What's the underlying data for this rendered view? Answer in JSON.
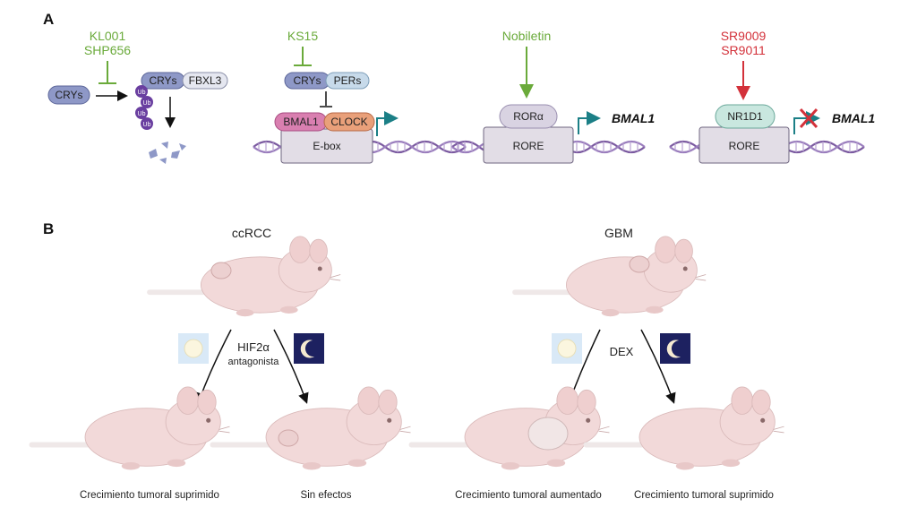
{
  "panel_a": {
    "label": "A",
    "drugs1": [
      "KL001",
      "SHP656"
    ],
    "crys_free": "CRYs",
    "crys_bound": "CRYs",
    "fbxl3": "FBXL3",
    "ub": "Ub",
    "drug2": "KS15",
    "crys2": "CRYs",
    "pers": "PERs",
    "bmal1": "BMAL1",
    "clock": "CLOCK",
    "ebox": "E-box",
    "drug3": "Nobiletin",
    "ror": "RORα",
    "rore1": "RORE",
    "gene1": "BMAL1",
    "drugs4": [
      "SR9009",
      "SR9011"
    ],
    "nr1d1": "NR1D1",
    "rore2": "RORE",
    "gene2": "BMAL1"
  },
  "panel_b": {
    "label": "B",
    "left_title": "ccRCC",
    "left_treatment": [
      "HIF2α",
      "antagonista"
    ],
    "right_title": "GBM",
    "right_treatment": "DEX",
    "captions": [
      "Crecimiento tumoral suprimido",
      "Sin efectos",
      "Crecimiento tumoral aumentado",
      "Crecimiento tumoral suprimido"
    ]
  },
  "colors": {
    "green": "#6aaa3a",
    "red": "#d3313a",
    "teal": "#1b7f86",
    "dna": "#7b5aa0",
    "ub": "#6a3fa0",
    "mouse": "#f2d9d9",
    "night": "#1d2160",
    "day": "#d9e9f7"
  }
}
